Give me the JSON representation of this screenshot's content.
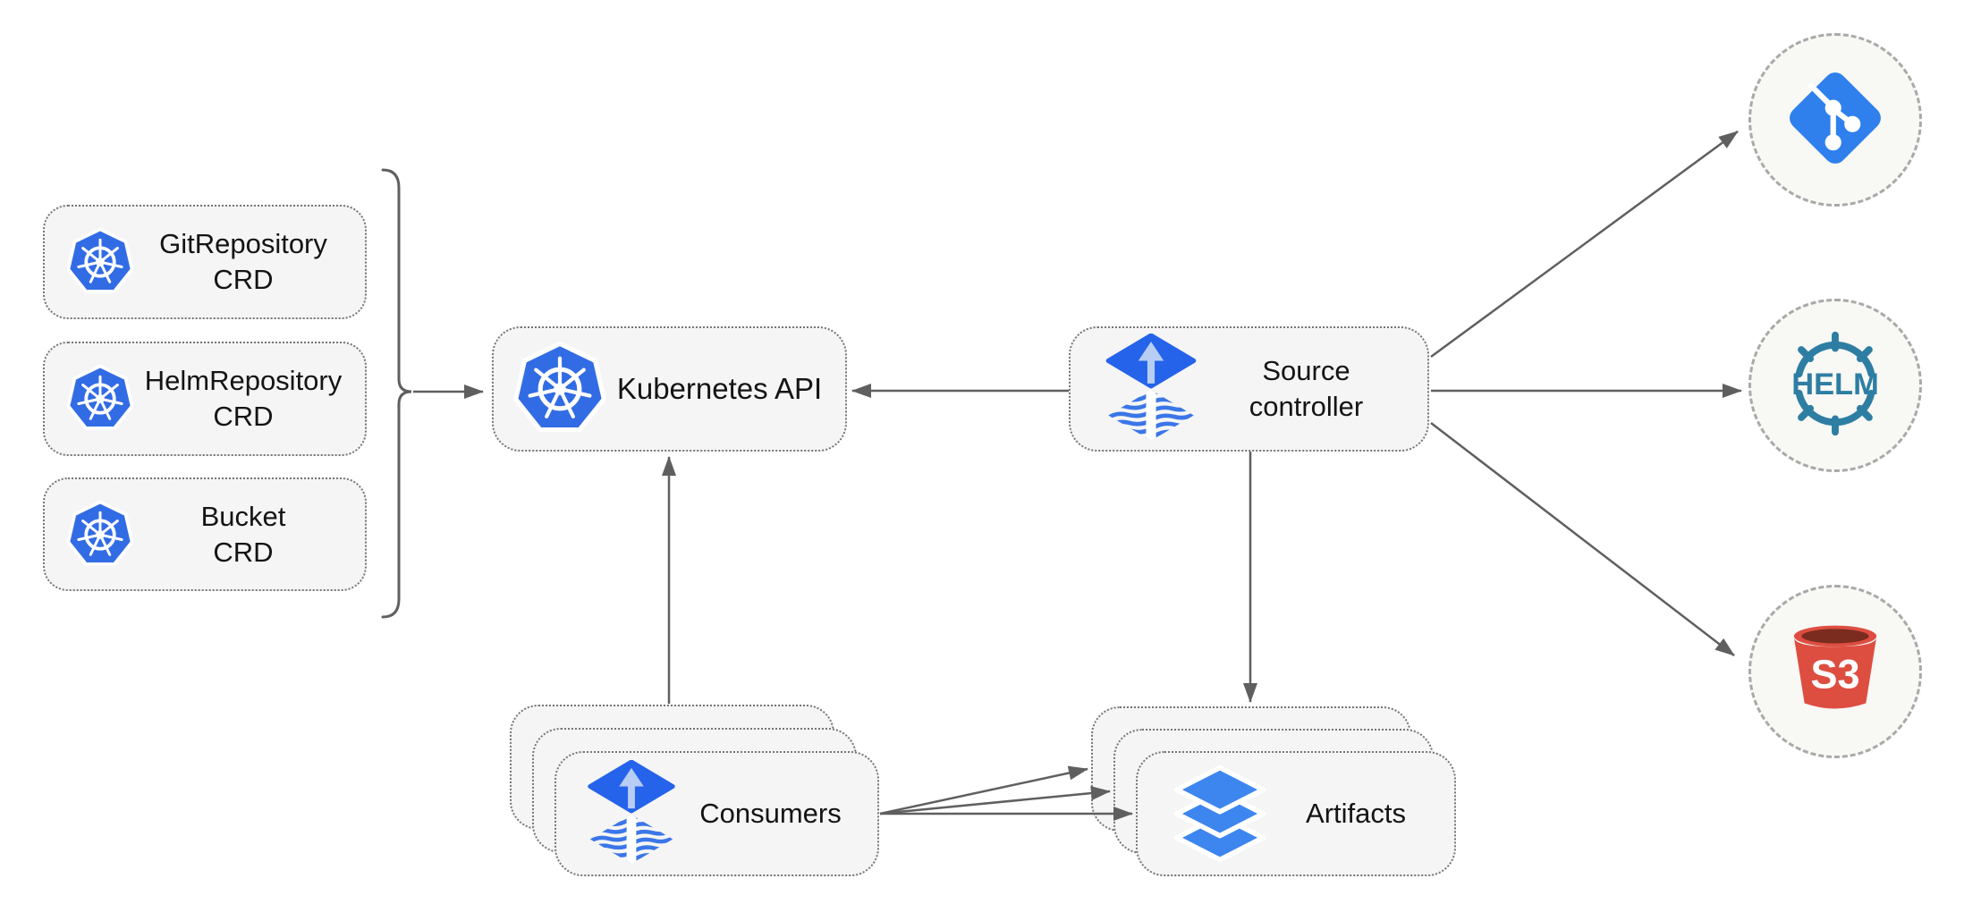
{
  "diagram": {
    "nodes": {
      "crds": [
        {
          "line1": "GitRepository",
          "line2": "CRD"
        },
        {
          "line1": "HelmRepository",
          "line2": "CRD"
        },
        {
          "line1": "Bucket",
          "line2": "CRD"
        }
      ],
      "kubernetes_api": {
        "label": "Kubernetes API"
      },
      "source_controller": {
        "line1": "Source",
        "line2": "controller"
      },
      "consumers": {
        "label": "Consumers"
      },
      "artifacts": {
        "label": "Artifacts"
      },
      "externals": {
        "git": {
          "icon": "git-icon"
        },
        "helm": {
          "icon": "helm-icon",
          "label": "HELM"
        },
        "s3": {
          "icon": "s3-bucket-icon",
          "label": "S3"
        }
      }
    },
    "icons": {
      "kubernetes": "kubernetes-wheel-icon",
      "flux": "flux-source-icon",
      "layers": "layers-icon",
      "git": "git-icon",
      "helm": "helm-icon",
      "s3": "s3-bucket-icon"
    },
    "colors": {
      "kubernetes_blue": "#326CE5",
      "flux_blue": "#2563EB",
      "flux_arrow_light": "#B7CDF4",
      "flux_wave_blue": "#3B76E8",
      "git_blue": "#2F80ED",
      "helm_teal": "#2E7EA3",
      "s3_red": "#DD4E41",
      "s3_dark_red": "#7C2B1F",
      "layers_blue": "#3E86EF",
      "box_fill": "#f5f5f5",
      "circle_fill": "#f8f8f5",
      "border_gray": "#757575",
      "arrow_gray": "#5f5f5f",
      "text_color": "#141414"
    }
  }
}
